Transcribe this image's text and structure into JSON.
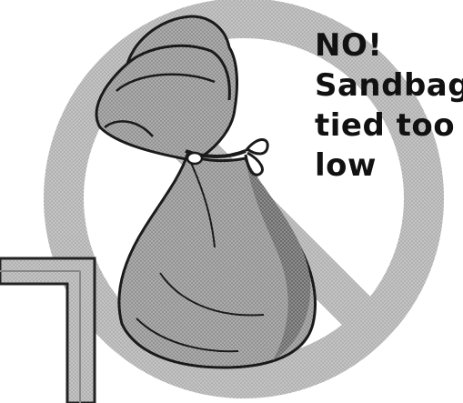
{
  "caption": {
    "line1": "NO!",
    "line2": "Sandbag",
    "line3": "tied too",
    "line4": "low"
  },
  "colors": {
    "background": "#ffffff",
    "ring": "#b9b9b9",
    "bag": "#a8a8a8",
    "bag_dark": "#7d7d7d",
    "outline": "#1a1a1a",
    "text": "#111111"
  },
  "icons": {
    "prohibition_ring": "no-symbol-icon",
    "sandbag": "sandbag-icon",
    "tie": "knot-icon",
    "ledge": "wall-corner"
  }
}
